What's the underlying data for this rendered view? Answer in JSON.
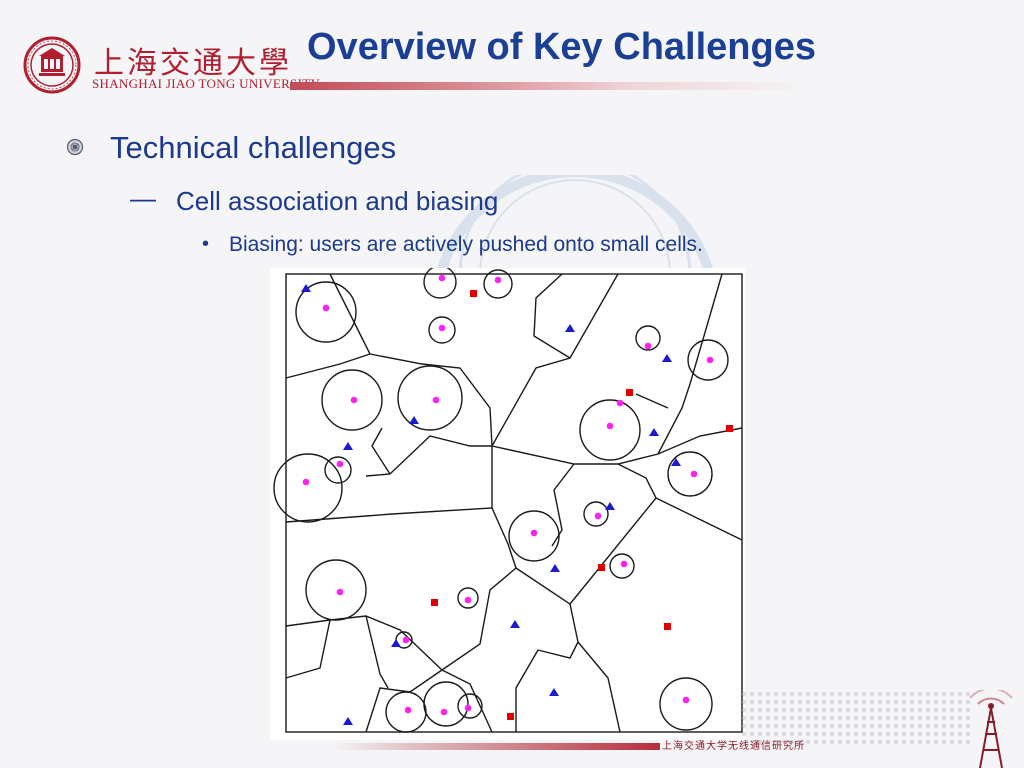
{
  "header": {
    "logo_text_cn": "上海交通大學",
    "logo_text_en": "SHANGHAI JIAO TONG UNIVERSITY",
    "title": "Overview of Key Challenges"
  },
  "bullets": {
    "level1": "Technical challenges",
    "level2_marker": "—",
    "level2": "Cell association and biasing",
    "level3_marker": "•",
    "level3": "Biasing: users are actively pushed onto small cells."
  },
  "footer": {
    "text_cn": "上海交通大学无线通信研究所"
  },
  "colors": {
    "title": "#1b3f94",
    "bullet_text": "#1c3a8c",
    "brand_red": "#b01e2f",
    "macro_bs": "#e00000",
    "pico_bs": "#1a1ad0",
    "user": "#ff22ee"
  },
  "figure": {
    "macro_bs_icon": "red-square",
    "pico_bs_icon": "blue-triangle",
    "user_icon": "magenta-dot"
  }
}
